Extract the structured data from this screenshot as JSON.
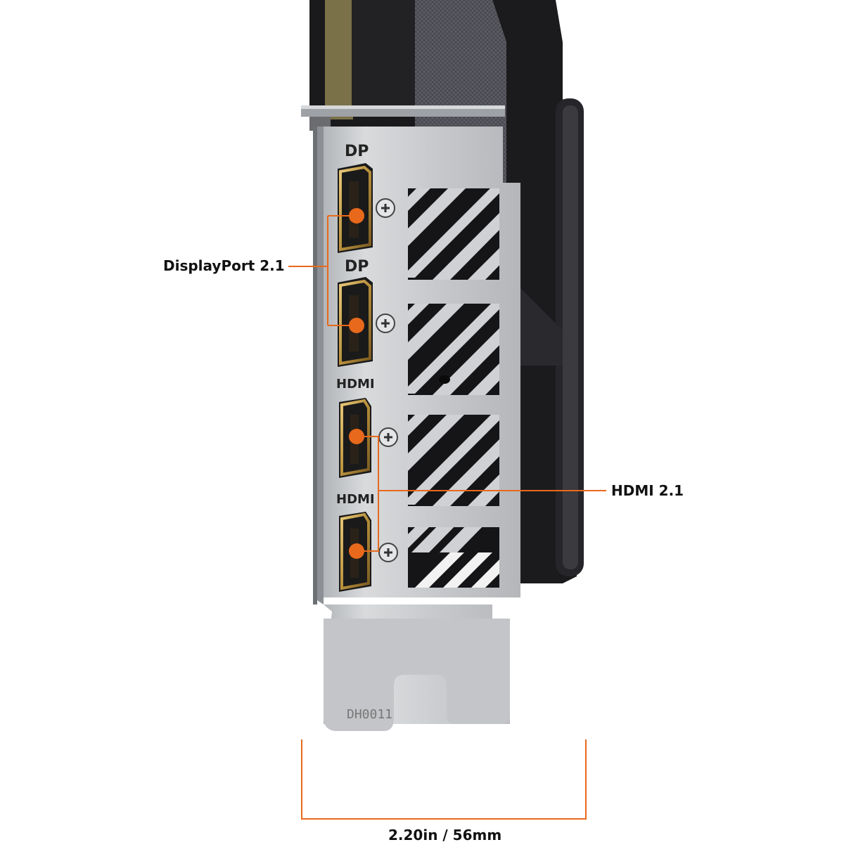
{
  "callouts": {
    "displayport": "DisplayPort 2.1",
    "hdmi": "HDMI 2.1",
    "dimension": "2.20in / 56mm"
  },
  "ports": [
    {
      "label": "DP"
    },
    {
      "label": "DP"
    },
    {
      "label": "HDMI"
    },
    {
      "label": "HDMI"
    }
  ],
  "bracket": {
    "stamp": "DH0011"
  },
  "colors": {
    "accent_orange": "#e8691c",
    "connector_gold": "#c8a050",
    "bracket_silver": "#c9cbce",
    "card_body_dark": "#1c1c1e",
    "shroud_gray": "#5a5a60"
  }
}
